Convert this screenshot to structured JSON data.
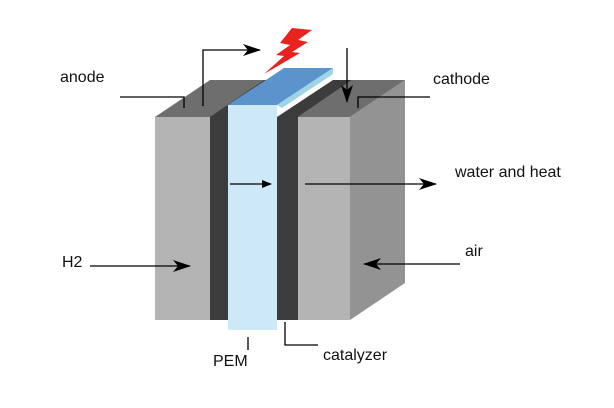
{
  "labels": {
    "anode": "anode",
    "cathode": "cathode",
    "water_heat": "water and heat",
    "h2": "H2",
    "air": "air",
    "pem": "PEM",
    "catalyzer": "catalyzer"
  },
  "colors": {
    "electrode_front": "#b4b4b4",
    "electrode_top": "#6e6e6e",
    "electrode_side": "#939393",
    "catalyzer": "#3c3c3c",
    "pem_front": "#cde9f8",
    "pem_top": "#5b93cc",
    "lightning": "#e8231f"
  },
  "icons": {
    "power": "lightning-bolt-icon"
  }
}
